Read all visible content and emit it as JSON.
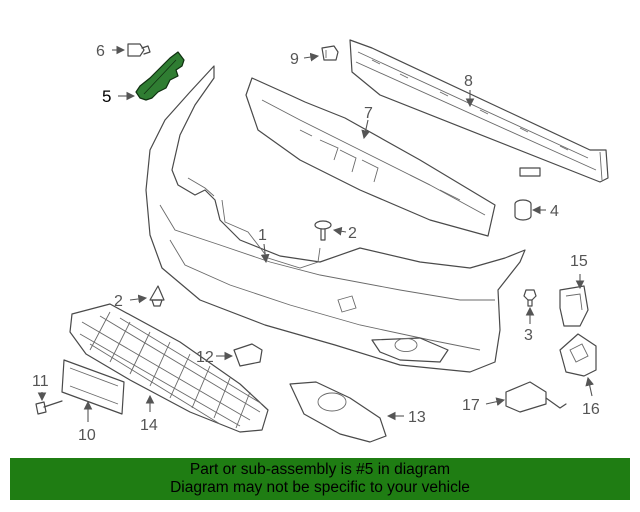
{
  "diagram": {
    "callouts": [
      "1",
      "2",
      "2",
      "3",
      "4",
      "5",
      "6",
      "7",
      "8",
      "9",
      "10",
      "11",
      "12",
      "13",
      "14",
      "15",
      "16",
      "17"
    ],
    "highlighted_part": "5",
    "highlight_color": "#2f7d32"
  },
  "banner": {
    "line1": "Part or sub-assembly is #5 in diagram",
    "line2": "Diagram may not be specific to your vehicle",
    "background": "#1f7d13"
  }
}
